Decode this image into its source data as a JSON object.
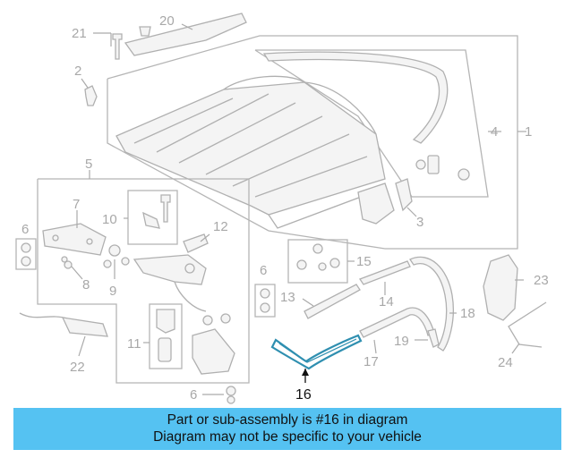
{
  "diagram": {
    "callouts": {
      "c1": "1",
      "c2": "2",
      "c3": "3",
      "c4": "4",
      "c5": "5",
      "c6a": "6",
      "c6b": "6",
      "c6c": "6",
      "c7": "7",
      "c8": "8",
      "c9": "9",
      "c10": "10",
      "c11": "11",
      "c12": "12",
      "c13": "13",
      "c14": "14",
      "c15": "15",
      "c16": "16",
      "c17": "17",
      "c18": "18",
      "c19": "19",
      "c20": "20",
      "c21": "21",
      "c22": "22",
      "c23": "23",
      "c24": "24"
    },
    "highlight_color": "#2f8fb0",
    "line_color": "#aaaaaa"
  },
  "banner": {
    "line1": "Part or sub-assembly is #16 in diagram",
    "line2": "Diagram may not be specific to your vehicle",
    "background": "#55c2f2"
  }
}
